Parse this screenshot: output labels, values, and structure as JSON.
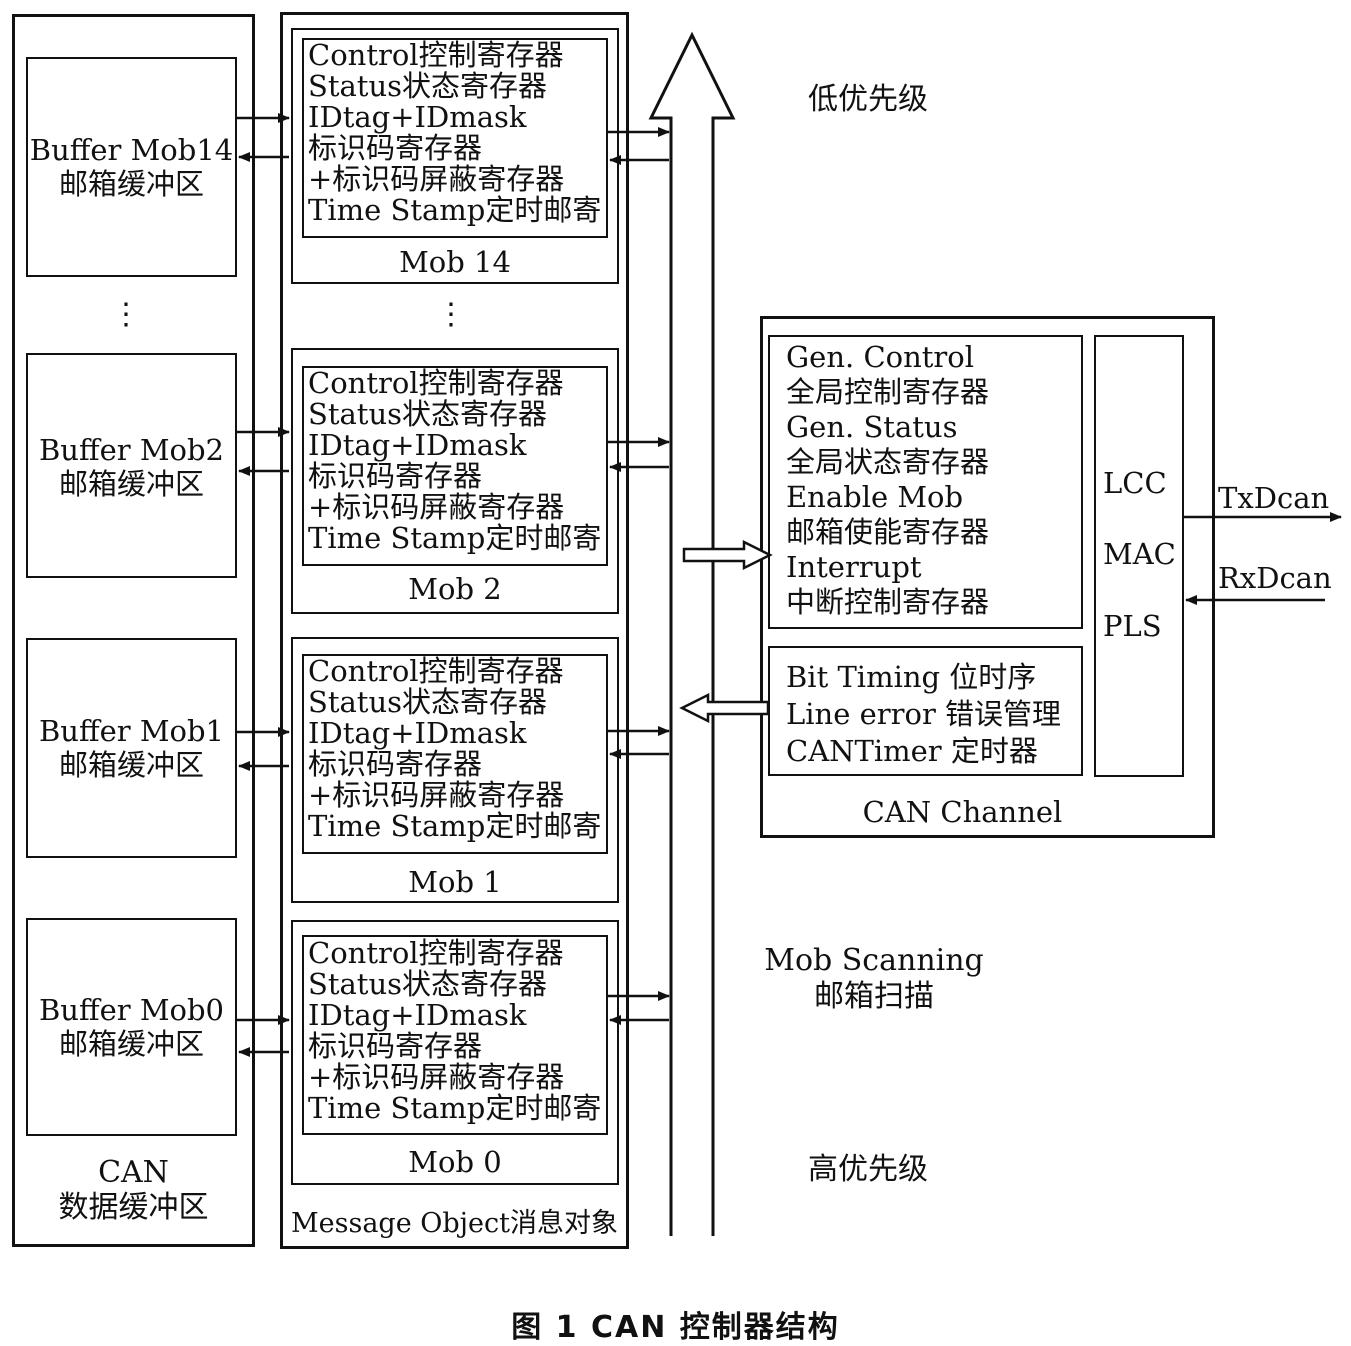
{
  "buffer_column": {
    "label_line1": "CAN",
    "label_line2": "数据缓冲区",
    "buffers": [
      {
        "line1": "Buffer Mob14",
        "line2": "邮箱缓冲区"
      },
      {
        "line1": "Buffer Mob2",
        "line2": "邮箱缓冲区"
      },
      {
        "line1": "Buffer Mob1",
        "line2": "邮箱缓冲区"
      },
      {
        "line1": "Buffer Mob0",
        "line2": "邮箱缓冲区"
      }
    ],
    "ellipsis": "⋮"
  },
  "message_object_column": {
    "label": "Message Object消息对象",
    "registers": [
      "Control控制寄存器",
      "Status状态寄存器",
      "IDtag+IDmask",
      "标识码寄存器",
      "+标识码屏蔽寄存器",
      "Time Stamp定时邮寄"
    ],
    "mobs": [
      "Mob 14",
      "Mob 2",
      "Mob 1",
      "Mob 0"
    ],
    "ellipsis": "⋮"
  },
  "scan": {
    "low_priority": "低优先级",
    "high_priority": "高优先级",
    "label_line1": "Mob Scanning",
    "label_line2": "邮箱扫描"
  },
  "can_channel": {
    "label": "CAN Channel",
    "general_registers": [
      "Gen. Control",
      "全局控制寄存器",
      "Gen. Status",
      "全局状态寄存器",
      "Enable Mob",
      "邮箱使能寄存器",
      "Interrupt",
      "中断控制寄存器"
    ],
    "timing": [
      "Bit Timing 位时序",
      "Line error 错误管理",
      "CANTimer 定时器"
    ],
    "layers": [
      "LCC",
      "MAC",
      "PLS"
    ],
    "tx": "TxDcan",
    "rx": "RxDcan"
  },
  "caption": "图 1   CAN 控制器结构"
}
